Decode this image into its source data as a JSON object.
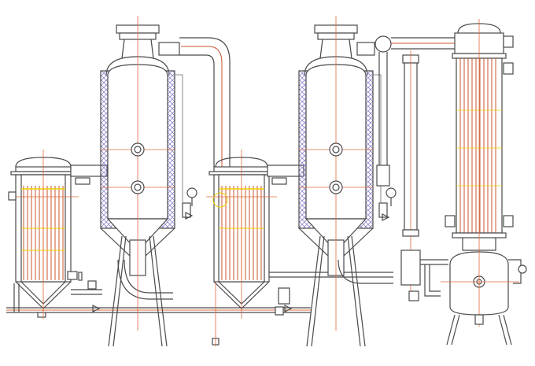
{
  "title": "",
  "colors": {
    "outline": "#4a4a4a",
    "centerline": "#e06a3a",
    "tube": "#c8552e",
    "liquid_level": "#f0d000",
    "insulation": "#7a74c8",
    "background": "#ffffff"
  },
  "components": [
    {
      "id": "preheater-left",
      "kind": "tube-bundle-heater"
    },
    {
      "id": "evaporator-1",
      "kind": "evaporator-vessel"
    },
    {
      "id": "preheater-middle",
      "kind": "tube-bundle-heater"
    },
    {
      "id": "evaporator-2",
      "kind": "evaporator-vessel"
    },
    {
      "id": "connecting-column",
      "kind": "vertical-pipe-column"
    },
    {
      "id": "condenser",
      "kind": "shell-and-tube-condenser"
    },
    {
      "id": "receiver-tank",
      "kind": "collection-tank"
    }
  ],
  "icons": [
    "pressure-gauge-icon",
    "sight-glass-icon",
    "valve-icon",
    "manhole-icon"
  ]
}
